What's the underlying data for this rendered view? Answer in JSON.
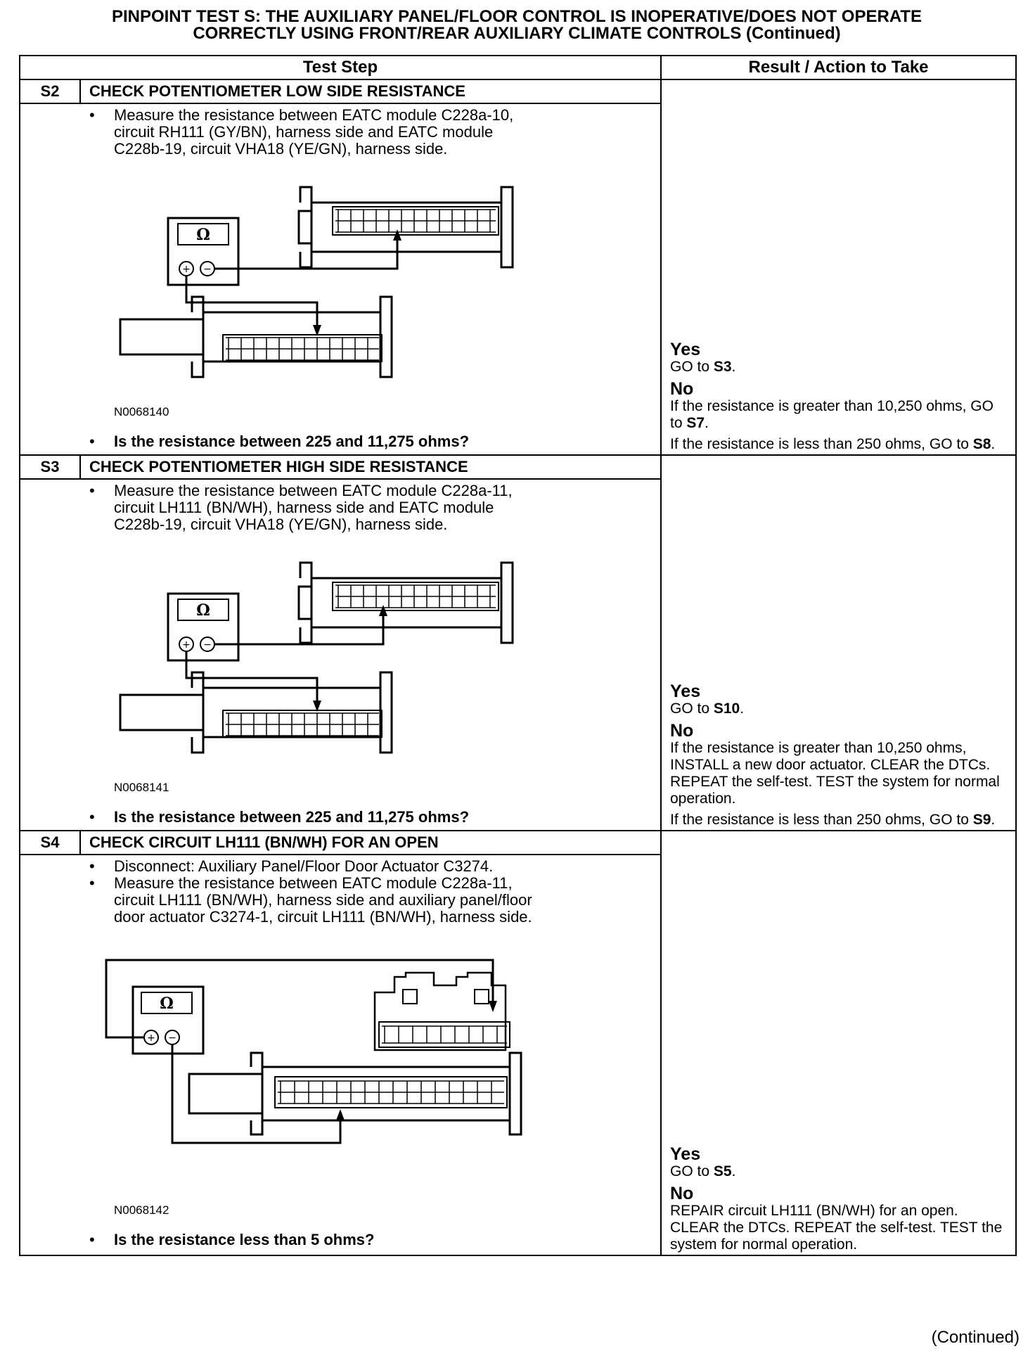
{
  "title_line1": "PINPOINT TEST  S: THE AUXILIARY PANEL/FLOOR CONTROL IS INOPERATIVE/DOES NOT OPERATE",
  "title_line2": "CORRECTLY USING FRONT/REAR AUXILIARY CLIMATE CONTROLS (Continued)",
  "headers": {
    "test_step": "Test Step",
    "result": "Result / Action to Take"
  },
  "steps": [
    {
      "id": "S2",
      "title": "CHECK POTENTIOMETER LOW SIDE RESISTANCE",
      "bullets": [
        "Measure the resistance between EATC module C228a-10, circuit RH111 (GY/BN), harness side and EATC module C228b-19, circuit VHA18 (YE/GN), harness side."
      ],
      "figure_code": "N0068140",
      "question": "Is the resistance between 225 and 11,275 ohms?",
      "yes_label": "Yes",
      "yes_action": "GO to ",
      "yes_target": "S3",
      "no_label": "No",
      "no_1": "If the resistance is greater than 10,250 ohms, GO to ",
      "no_1_target": "S7",
      "no_2": "If the resistance is less than 250 ohms, GO to ",
      "no_2_target": "S8"
    },
    {
      "id": "S3",
      "title": "CHECK POTENTIOMETER HIGH SIDE RESISTANCE",
      "bullets": [
        "Measure the resistance between EATC module C228a-11, circuit LH111 (BN/WH), harness side and EATC module C228b-19, circuit VHA18 (YE/GN), harness side."
      ],
      "figure_code": "N0068141",
      "question": "Is the resistance between 225 and 11,275 ohms?",
      "yes_label": "Yes",
      "yes_action": "GO to ",
      "yes_target": "S10",
      "no_label": "No",
      "no_1": "If the resistance is greater than 10,250 ohms, INSTALL a new door actuator. CLEAR the DTCs. REPEAT the self-test. TEST the system for normal operation.",
      "no_2": "If the resistance is less than 250 ohms, GO to ",
      "no_2_target": "S9"
    },
    {
      "id": "S4",
      "title": "CHECK CIRCUIT LH111 (BN/WH) FOR AN OPEN",
      "bullets": [
        "Disconnect: Auxiliary Panel/Floor Door Actuator C3274.",
        "Measure the resistance between EATC module C228a-11, circuit LH111 (BN/WH), harness side and auxiliary panel/floor door actuator C3274-1, circuit LH111 (BN/WH), harness side."
      ],
      "figure_code": "N0068142",
      "question": "Is the resistance less than 5 ohms?",
      "yes_label": "Yes",
      "yes_action": "GO to ",
      "yes_target": "S5",
      "no_label": "No",
      "no_1": "REPAIR circuit LH111 (BN/WH) for an open. CLEAR the DTCs. REPEAT the self-test. TEST the system for normal operation."
    }
  ],
  "meter_symbol": "Ω",
  "meter_plus": "+",
  "meter_minus": "−",
  "continued": "(Continued)"
}
